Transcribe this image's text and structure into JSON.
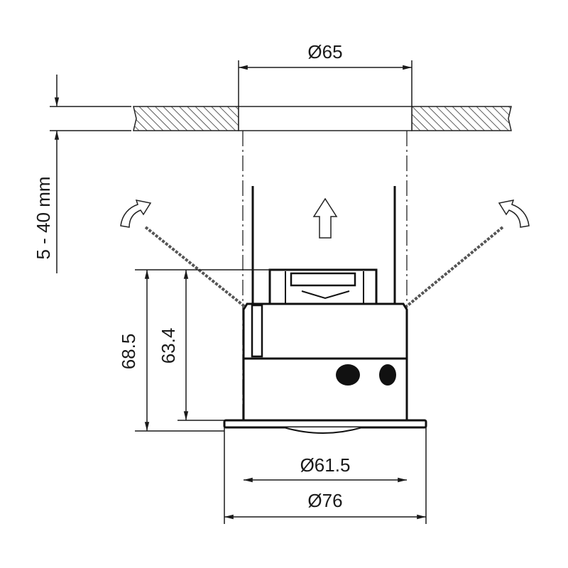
{
  "dimensions": {
    "cutout_diameter": "Ø65",
    "ceiling_thickness": "5 - 40 mm",
    "total_height": "68.5",
    "body_height": "63.4",
    "body_diameter": "Ø61.5",
    "flange_diameter": "Ø76"
  },
  "colors": {
    "line": "#1a1a1a",
    "hatch": "#333333"
  }
}
